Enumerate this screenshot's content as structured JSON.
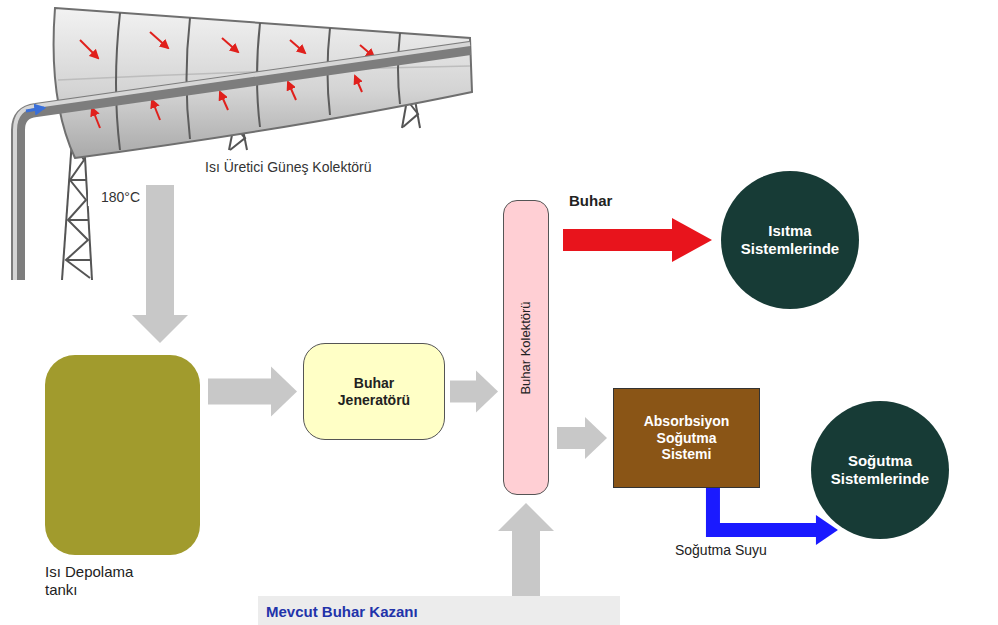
{
  "diagram": {
    "nodes": [
      {
        "text": [
          "Isı Üretici Güneş Kolektörü"
        ]
      },
      {
        "text": [
          "Isı Depolama tankı"
        ]
      },
      {
        "text": [
          "Buhar Jeneratörü"
        ]
      },
      {
        "text": [
          "Buhar Kolektörü"
        ]
      },
      {
        "text": [
          "Isıtma Sistemlerinde"
        ]
      },
      {
        "text": [
          "Absorbsiyon Soğutma Sistemi"
        ]
      },
      {
        "text": [
          "Soğutma Sistemlerinde"
        ]
      },
      {
        "text": [
          "Mevcut Buhar Kazanı"
        ]
      }
    ],
    "edges": [
      {
        "from": 0,
        "to": 1,
        "arrow": "to",
        "label": "180°C"
      },
      {
        "from": 1,
        "to": 2,
        "arrow": "to"
      },
      {
        "from": 2,
        "to": 3,
        "arrow": "to"
      },
      {
        "from": 3,
        "to": 4,
        "arrow": "to",
        "label": "Buhar"
      },
      {
        "from": 3,
        "to": 5,
        "arrow": "to"
      },
      {
        "from": 5,
        "to": 6,
        "arrow": "to",
        "label": "Soğutma Suyu"
      },
      {
        "from": 7,
        "to": 3,
        "arrow": "to"
      }
    ]
  }
}
